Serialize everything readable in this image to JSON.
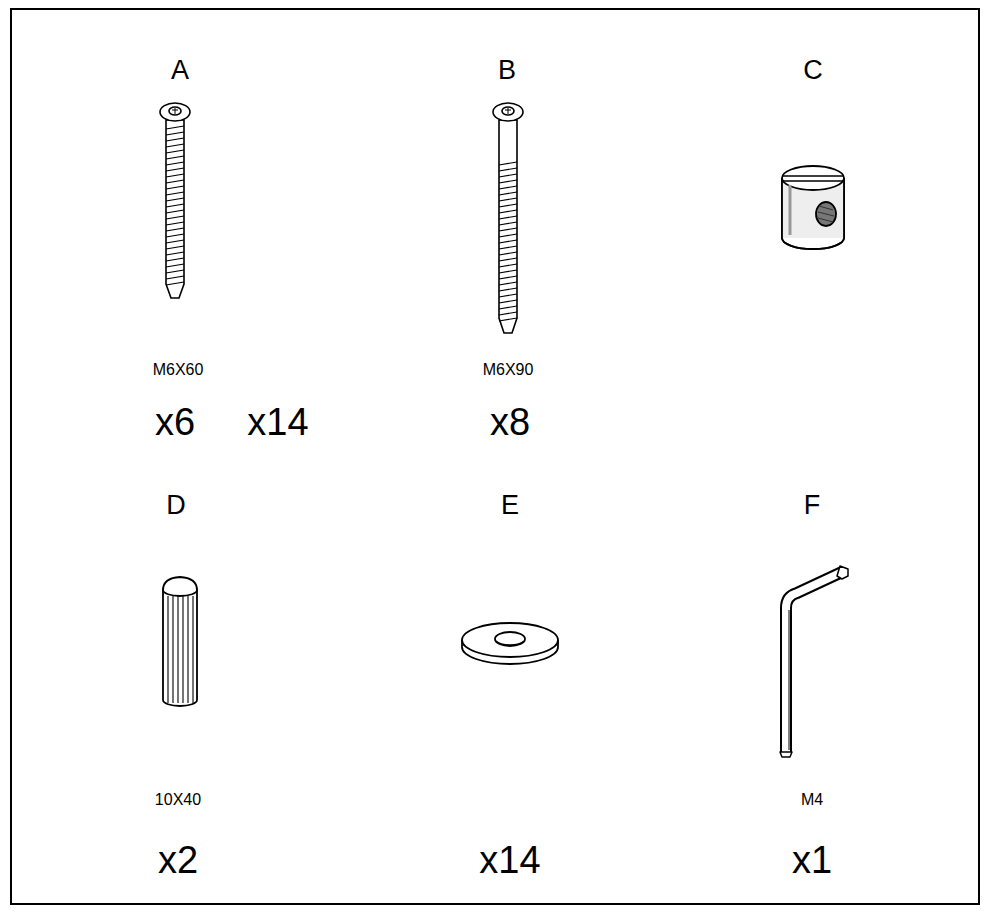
{
  "diagram": {
    "labels": [
      "A",
      "M6X60",
      "x6",
      "x14",
      "B",
      "M6X90",
      "x8",
      "C",
      "D",
      "10X40",
      "x2",
      "E",
      "x14",
      "F",
      "M4",
      "x1"
    ]
  }
}
